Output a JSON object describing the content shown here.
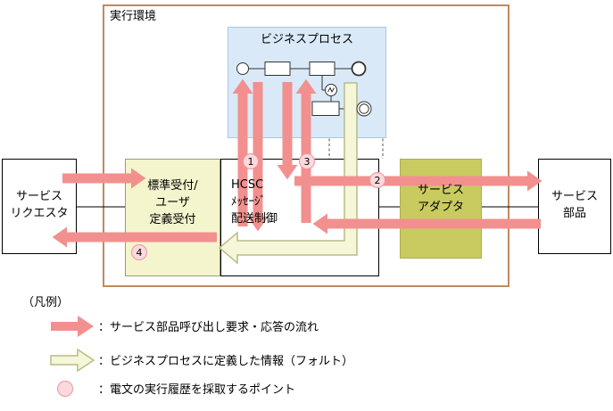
{
  "colors": {
    "pink": "#f2908f",
    "cream": "#f6f6d8",
    "cream_border": "#b9bc85",
    "outer_border": "#c18a5c",
    "bp_fill": "#d9e9f7",
    "bp_border": "#a9c7e2",
    "reception_fill": "#f4f5cd",
    "reception_border": "#9b9b7c",
    "adapter_fill": "#c9ca60",
    "adapter_border": "#aeae4e",
    "badge_fill": "#fbd9dc",
    "badge_border": "#ee95a0"
  },
  "diagram": {
    "env_label": "実行環境",
    "business_process": "ビジネスプロセス",
    "requester": [
      "サービス",
      "リクエスタ"
    ],
    "reception": [
      "標準受付/",
      "ユーザ",
      "定義受付"
    ],
    "hcsc": [
      "HCSC",
      "ﾒｯｾｰｼﾞ",
      "配送制御"
    ],
    "adapter": [
      "サービス",
      "アダプタ"
    ],
    "parts": [
      "サービス",
      "部品"
    ],
    "points": {
      "p1": "1",
      "p2": "2",
      "p3": "3",
      "p4": "4"
    }
  },
  "legend": {
    "title": "（凡例）",
    "items": [
      {
        "icon": "request-flow-arrow",
        "label": "：サービス部品呼び出し要求・応答の流れ"
      },
      {
        "icon": "fault-info-arrow",
        "label": "：ビジネスプロセスに定義した情報（フォルト）"
      },
      {
        "icon": "history-point",
        "label": "：電文の実行履歴を採取するポイント"
      }
    ]
  }
}
